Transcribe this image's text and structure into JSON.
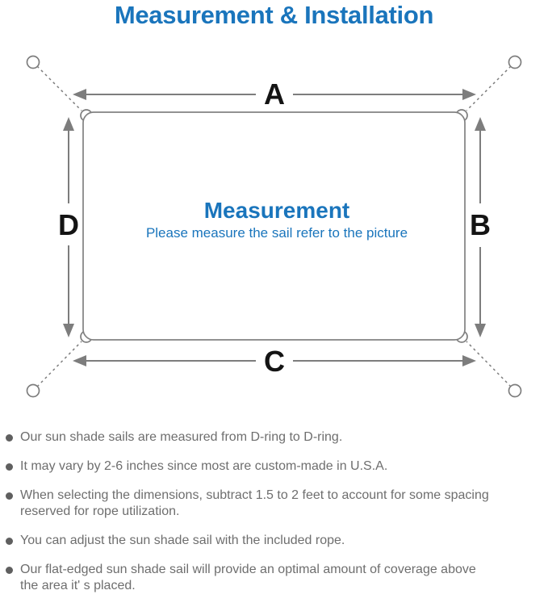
{
  "title": "Measurement & Installation",
  "diagram": {
    "dimension_labels": {
      "top": "A",
      "right": "B",
      "bottom": "C",
      "left": "D"
    },
    "center_heading": "Measurement",
    "center_caption": "Please measure the sail refer to the picture"
  },
  "colors": {
    "accent_blue": "#1a75bc",
    "line_gray": "#7d7d7d",
    "label_black": "#141414",
    "note_gray": "#6e6e6e"
  },
  "notes": [
    "Our sun shade sails are measured from D-ring to D-ring.",
    "It may vary by 2-6 inches since most are custom-made in U.S.A.",
    "When selecting the dimensions, subtract 1.5 to 2 feet to account for some spacing\nreserved for rope utilization.",
    "You can adjust the sun shade sail with the included rope.",
    "Our flat-edged sun shade sail will provide an optimal amount of coverage above\nthe area it' s placed."
  ]
}
